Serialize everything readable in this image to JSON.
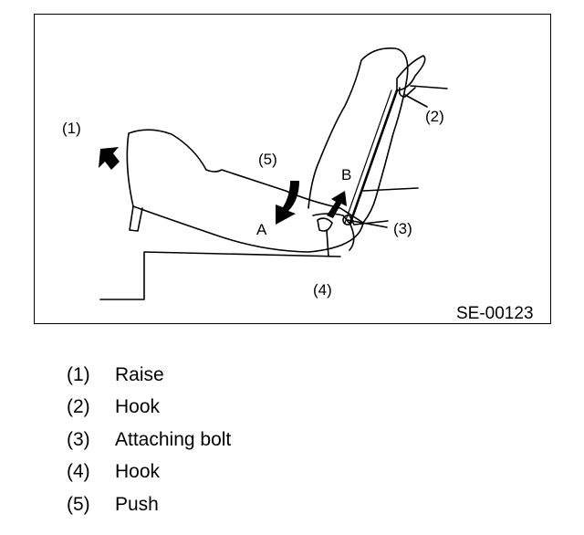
{
  "figure": {
    "id": "SE-00123",
    "callouts": [
      "(1)",
      "(2)",
      "(3)",
      "(4)",
      "(5)"
    ],
    "arrow_labels": [
      "A",
      "B"
    ]
  },
  "legend": [
    {
      "number": "(1)",
      "label": "Raise"
    },
    {
      "number": "(2)",
      "label": "Hook"
    },
    {
      "number": "(3)",
      "label": "Attaching bolt"
    },
    {
      "number": "(4)",
      "label": "Hook"
    },
    {
      "number": "(5)",
      "label": "Push"
    }
  ]
}
